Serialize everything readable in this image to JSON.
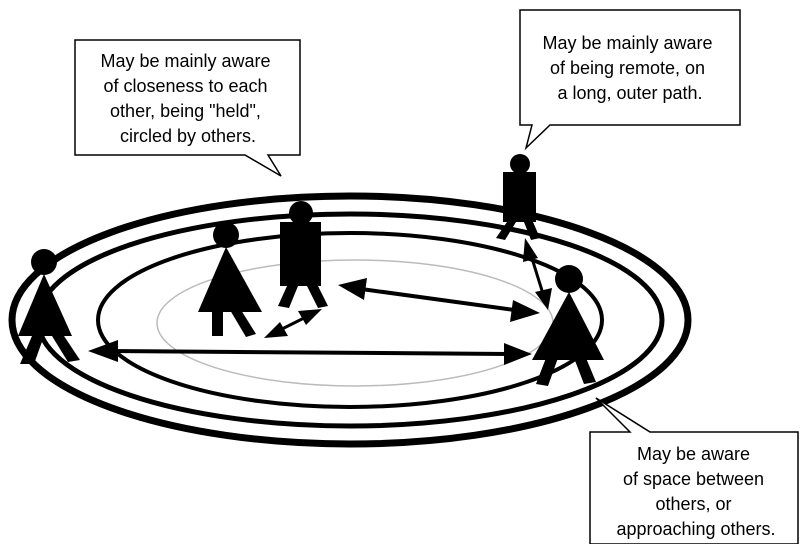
{
  "callouts": {
    "inner": {
      "lines": [
        "May be mainly aware",
        "of closeness to each",
        "other, being \"held\",",
        "circled by others."
      ]
    },
    "outer": {
      "lines": [
        "May be mainly aware",
        "of being remote, on",
        "a long, outer path."
      ]
    },
    "between": {
      "lines": [
        "May be aware",
        "of space between",
        "others, or",
        "approaching others."
      ]
    }
  },
  "colors": {
    "ink": "#000000",
    "paper": "#ffffff",
    "inner_path": "#bbbbbb"
  },
  "figures": [
    {
      "kind": "triangle-figure",
      "role": "person-on-outer-ring-left"
    },
    {
      "kind": "triangle-figure",
      "role": "person-inner-left"
    },
    {
      "kind": "rectangle-figure",
      "role": "person-inner-right"
    },
    {
      "kind": "rectangle-figure",
      "role": "person-outside-top"
    },
    {
      "kind": "triangle-figure",
      "role": "person-right"
    }
  ]
}
